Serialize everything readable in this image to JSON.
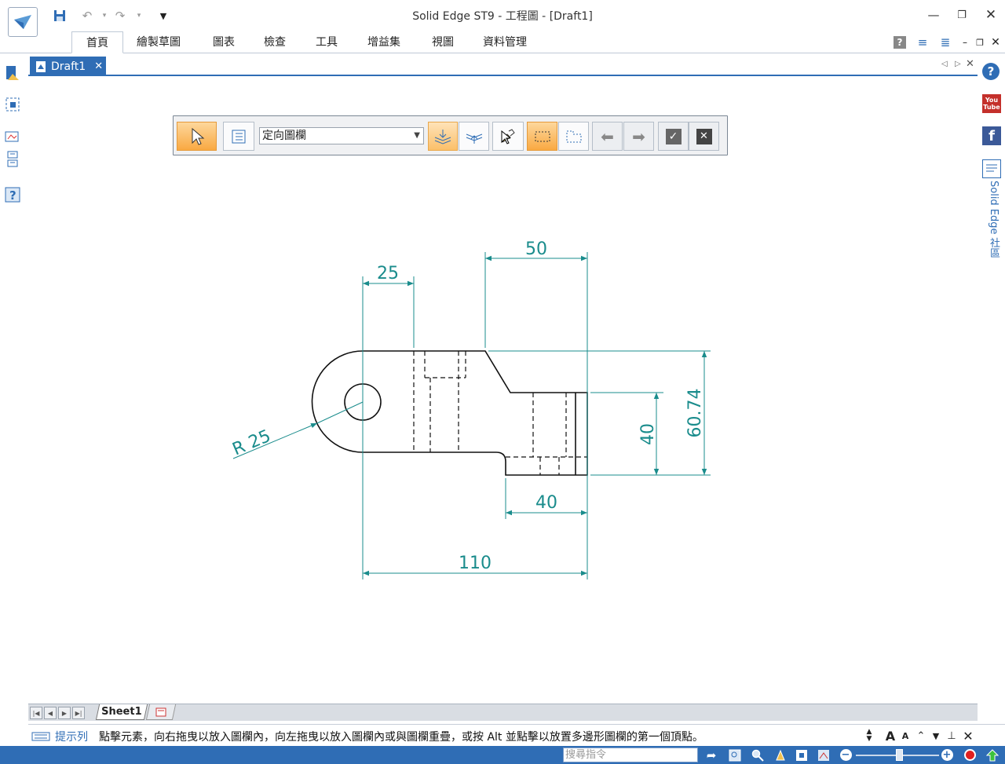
{
  "window": {
    "title": "Solid Edge ST9 - 工程圖 - [Draft1]"
  },
  "ribbon": {
    "tabs": [
      "首頁",
      "繪製草圖",
      "圖表",
      "檢查",
      "工具",
      "增益集",
      "視圖",
      "資料管理"
    ],
    "active": "首頁"
  },
  "document": {
    "tab_label": "Draft1",
    "close_glyph": "✕"
  },
  "command_bar": {
    "selection_filter": "定向圖欄"
  },
  "drawing": {
    "dimensions": [
      {
        "id": "dim-25",
        "text": "25"
      },
      {
        "id": "dim-50",
        "text": "50"
      },
      {
        "id": "dim-40-vertical",
        "text": "40"
      },
      {
        "id": "dim-60-74",
        "text": "60.74"
      },
      {
        "id": "dim-40-horizontal",
        "text": "40"
      },
      {
        "id": "dim-110",
        "text": "110"
      },
      {
        "id": "dim-r25",
        "text": "R 25"
      }
    ],
    "dimension_color": "#1a8c8c",
    "geometry_color": "#111111"
  },
  "sheets": {
    "tabs": [
      "Sheet1"
    ]
  },
  "prompt": {
    "label": "提示列",
    "text": "點擊元素，向右拖曳以放入圖欄內，向左拖曳以放入圖欄內或與圖欄重疊，或按 Alt 並點擊以放置多邊形圖欄的第一個頂點。"
  },
  "right_sidebar": {
    "community_label": "Solid Edge 社區"
  },
  "status": {
    "search_placeholder": "搜尋指令"
  },
  "colors": {
    "accent": "#2f6db5",
    "highlight": "#f9a942"
  }
}
